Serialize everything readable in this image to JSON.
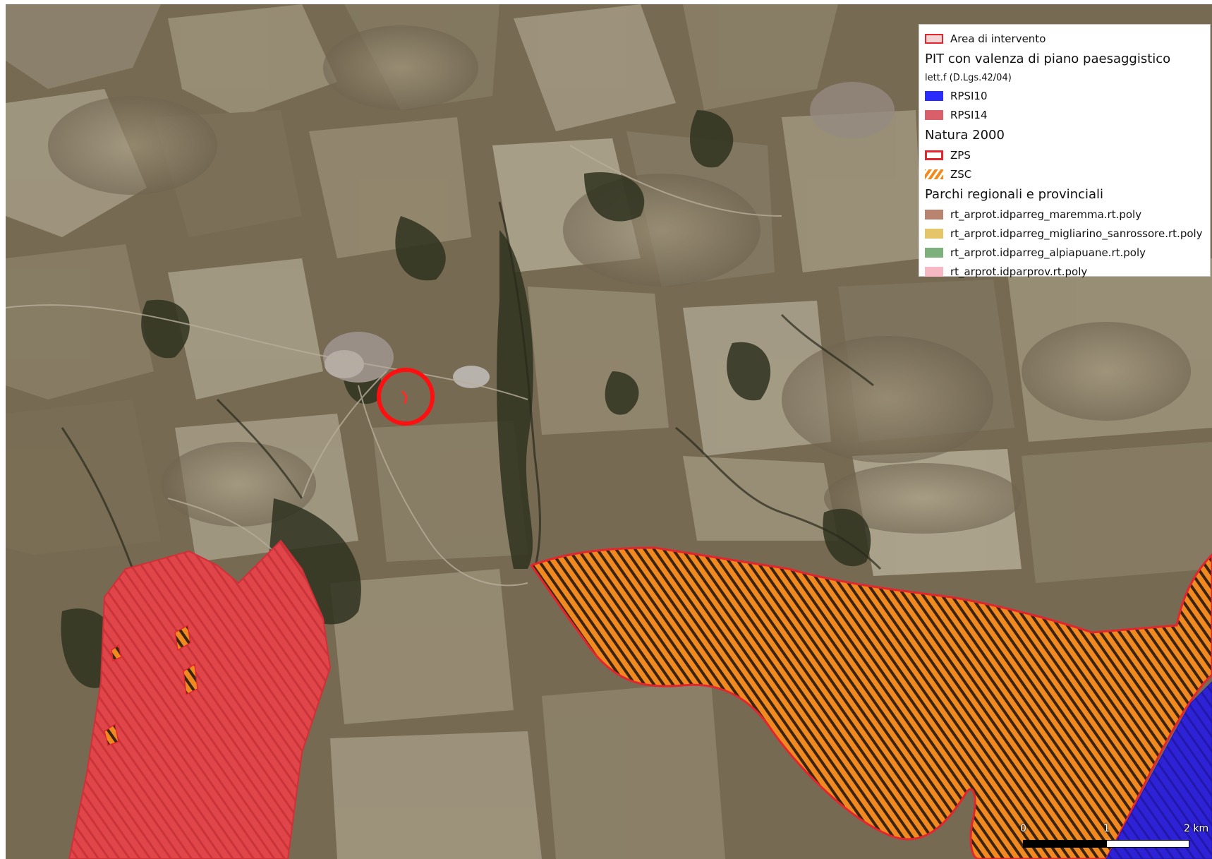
{
  "legend": {
    "area_intervento": "Area di intervento",
    "pit_header": "PIT con valenza di piano paesaggistico",
    "pit_sub": "lett.f (D.Lgs.42/04)",
    "rpsi10": "RPSI10",
    "rpsi14": "RPSI14",
    "natura_header": "Natura 2000",
    "zps": "ZPS",
    "zsc": "ZSC",
    "parchi_header": "Parchi regionali e provinciali",
    "parco_maremma": "rt_arprot.idparreg_maremma.rt.poly",
    "parco_migliarino": "rt_arprot.idparreg_migliarino_sanrossore.rt.poly",
    "parco_alpiapuane": "rt_arprot.idparreg_alpiapuane.rt.poly",
    "parco_prov": "rt_arprot.idparprov.rt.poly"
  },
  "scale": {
    "zero": "0",
    "one": "1",
    "two": "2 km"
  },
  "colors": {
    "area_fill": "#f4d4d4",
    "area_stroke": "#e3262e",
    "rpsi10": "#2a2cff",
    "rpsi14": "#d9606a",
    "zps_stroke": "#e3262e",
    "zsc_hatch": "#f28b1c",
    "maremma": "#b9846f",
    "migliarino": "#e5c56a",
    "alpiapuane": "#7eb07e",
    "prov": "#f6b9c4"
  }
}
